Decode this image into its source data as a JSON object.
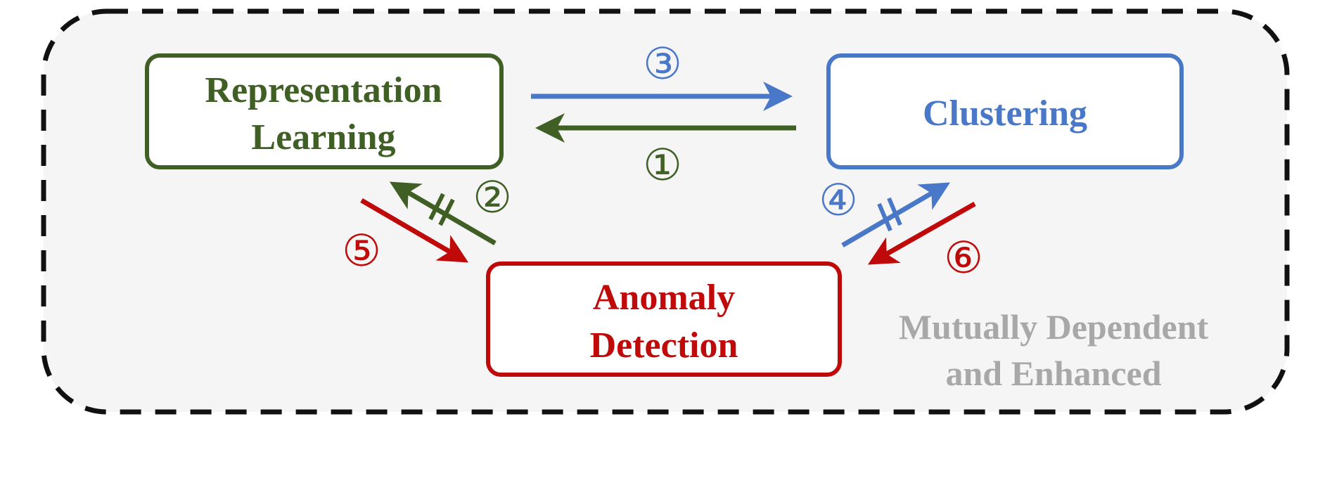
{
  "colors": {
    "green": "#3f5f24",
    "blue": "#4a78c8",
    "red": "#c00a0a",
    "caption": "#a8a8a8",
    "panel_fill": "#f5f5f5",
    "panel_border": "#111111",
    "node_fill": "#ffffff"
  },
  "nodes": {
    "representation": {
      "line1": "Representation",
      "line2": "Learning"
    },
    "clustering": {
      "label": "Clustering"
    },
    "anomaly": {
      "line1": "Anomaly",
      "line2": "Detection"
    }
  },
  "steps": {
    "s1": "①",
    "s2": "②",
    "s3": "③",
    "s4": "④",
    "s5": "⑤",
    "s6": "⑥"
  },
  "caption": {
    "line1": "Mutually Dependent",
    "line2": "and Enhanced"
  }
}
